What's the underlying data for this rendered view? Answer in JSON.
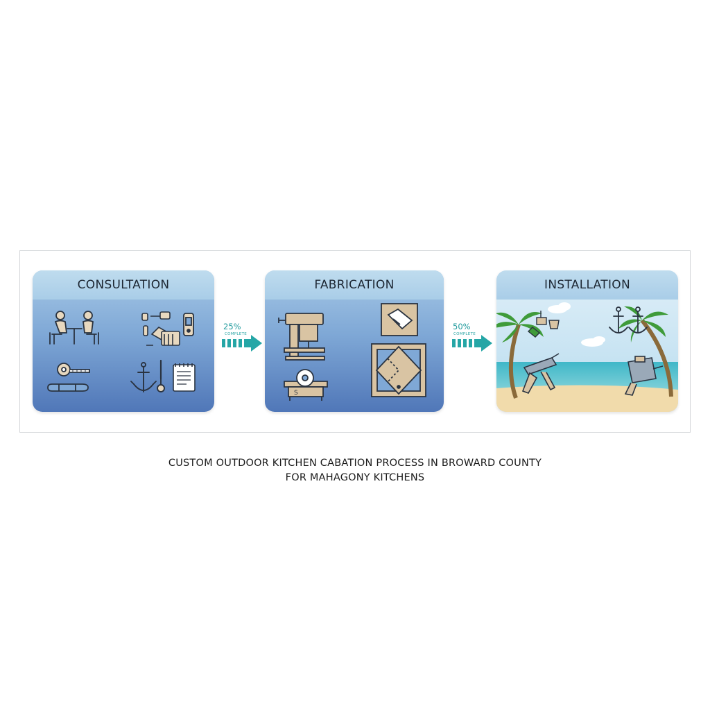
{
  "steps": [
    {
      "label": "CONSULTATION"
    },
    {
      "label": "FABRICATION"
    },
    {
      "label": "INSTALLATION"
    }
  ],
  "progress": [
    {
      "percent_text": "25%",
      "status_text": "COMPLETE",
      "value": 25
    },
    {
      "percent_text": "50%",
      "status_text": "COMPLETE",
      "value": 50
    }
  ],
  "caption": {
    "line1": "CUSTOM OUTDOOR KITCHEN CABATION PROCESS IN BROWARD COUNTY",
    "line2": "FOR MAHAGONY KITCHENS"
  },
  "colors": {
    "panel_blue": "#5077b8",
    "header_blue": "#a9cde8",
    "accent_teal": "#25a6a6",
    "wood": "#d9c4a3",
    "outline": "#2a3340"
  },
  "icons": {
    "consultation": [
      "meeting-icon",
      "tools-tags-icon",
      "phone-icon",
      "tape-measure-icon",
      "anchor-icon",
      "notepad-icon"
    ],
    "fabrication": [
      "drill-press-icon",
      "cut-panel-icon",
      "table-saw-icon",
      "joinery-panel-icon"
    ],
    "installation": [
      "palm-tree-icon",
      "anchor-icon",
      "caulk-gun-icon",
      "router-icon"
    ]
  }
}
